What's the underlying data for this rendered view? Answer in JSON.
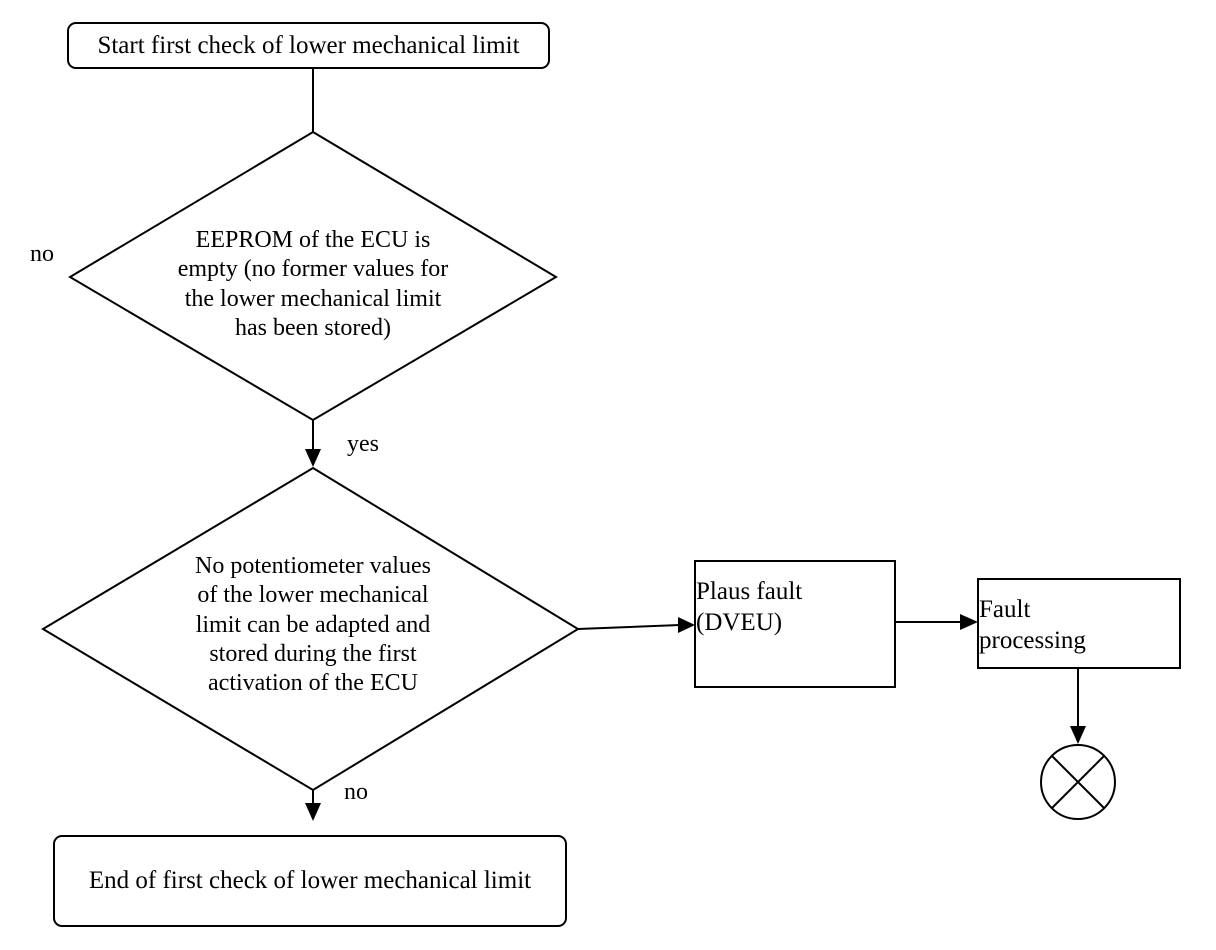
{
  "diagram": {
    "start_label": "Start first check of lower mechanical limit",
    "end_label": "End of first check of lower mechanical limit",
    "decision_eeprom": {
      "lines": [
        "EEPROM of the ECU is",
        "empty (no former values for",
        "the lower mechanical limit",
        "has been stored)"
      ]
    },
    "decision_potentiometer": {
      "lines": [
        "No potentiometer values",
        "of the lower mechanical",
        "limit can be adapted and",
        "stored during the first",
        "activation of the ECU"
      ]
    },
    "plaus_fault": {
      "lines": [
        "Plaus fault",
        "(DVEU)"
      ]
    },
    "fault_processing": {
      "lines": [
        "Fault",
        "processing"
      ]
    },
    "labels": {
      "no_left": "no",
      "yes": "yes",
      "no_bottom": "no"
    },
    "terminator_symbol": "stop-cross-circle"
  }
}
